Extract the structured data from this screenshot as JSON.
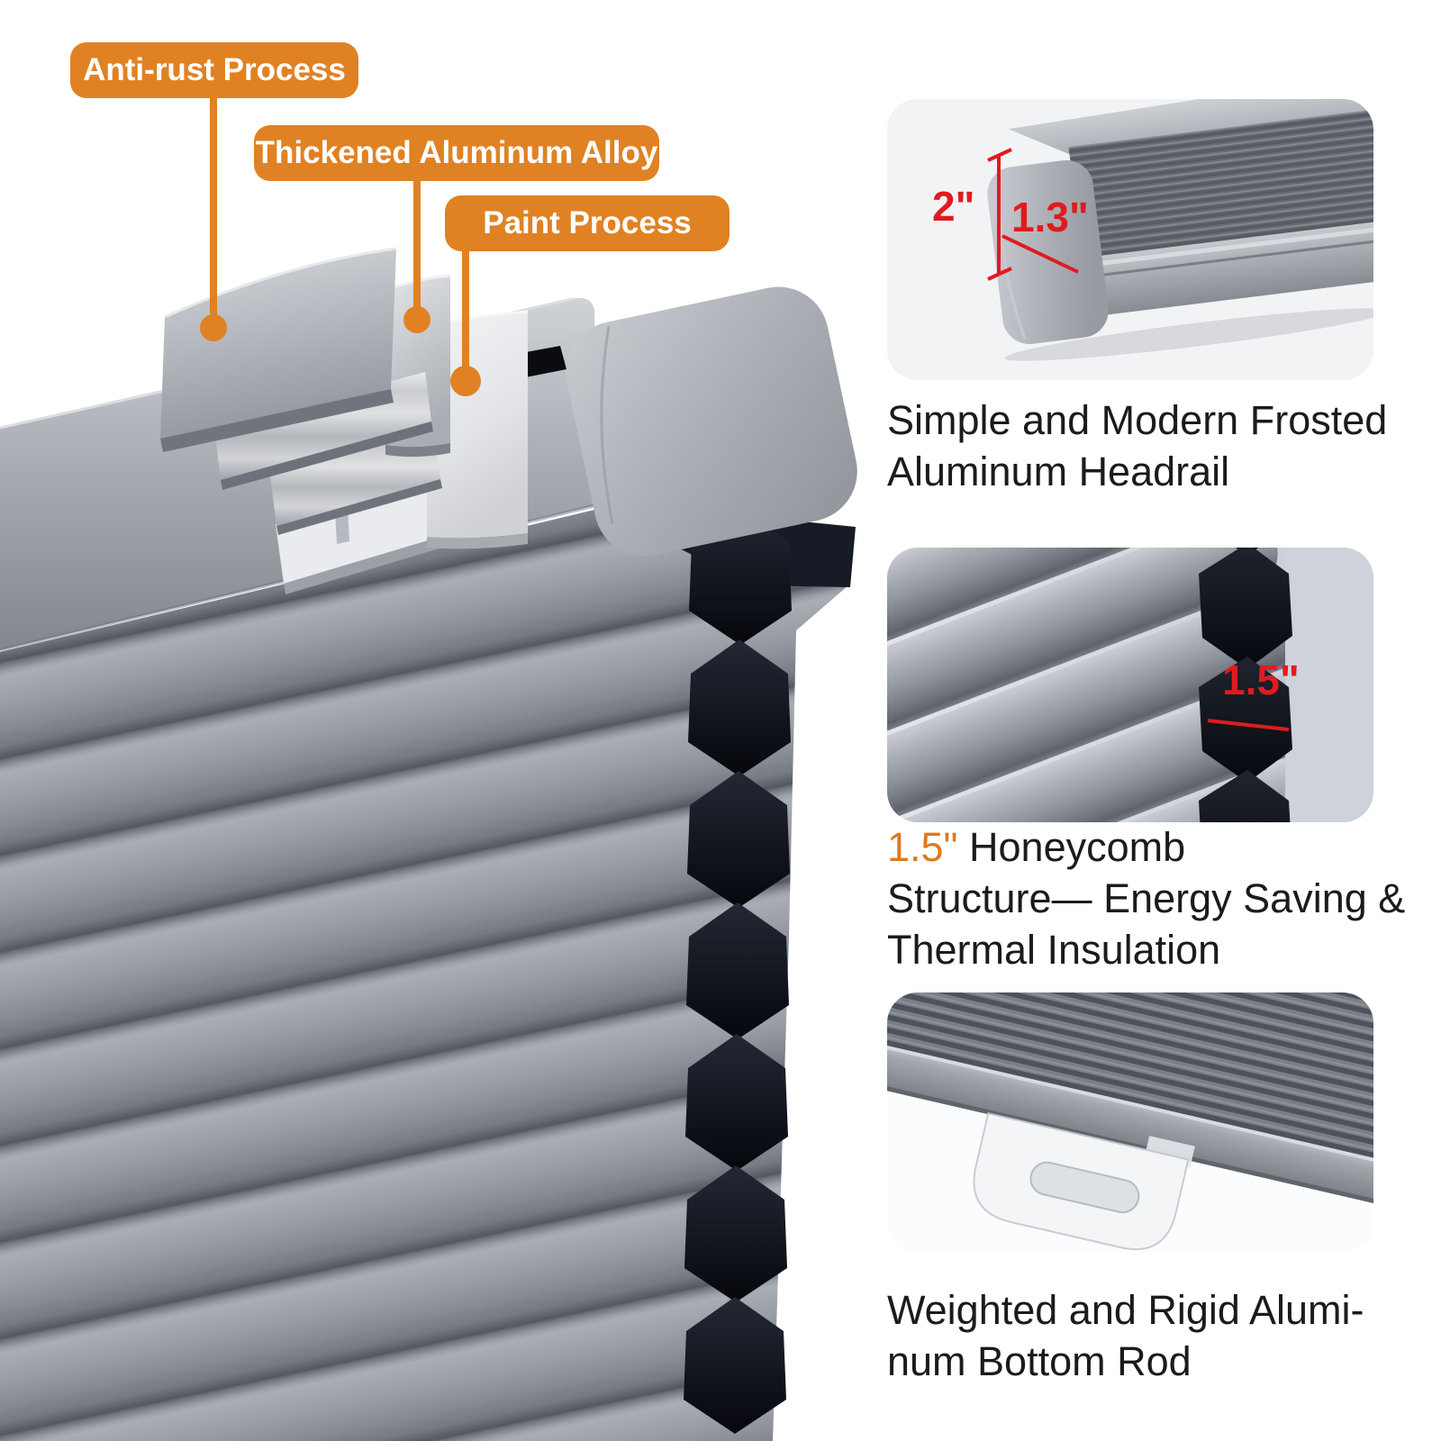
{
  "colors": {
    "badge_orange": "#e08223",
    "measure_red": "#e01b1e",
    "caption_text": "#1b1b1b",
    "highlight_orange": "#e0791d",
    "fabric_gray": "#8f949b",
    "cell_dark": "#0b0f16"
  },
  "callouts": {
    "badges": [
      {
        "label": "Anti-rust Process"
      },
      {
        "label": "Thickened Aluminum Alloy"
      },
      {
        "label": "Paint Process"
      }
    ]
  },
  "panels": {
    "headrail": {
      "measure_height": "2\"",
      "measure_depth": "1.3\"",
      "caption_line1": "Simple and Modern Frosted",
      "caption_line2": "Aluminum Headrail"
    },
    "honeycomb": {
      "measure_cell": "1.5\"",
      "caption_highlight": "1.5\"",
      "caption_after_highlight": " Honeycomb",
      "caption_line2": "Structure— Energy Saving &",
      "caption_line3": "Thermal Insulation"
    },
    "bottom_rod": {
      "caption_line1": "Weighted and Rigid Alumi-",
      "caption_line2": "num Bottom Rod"
    }
  }
}
